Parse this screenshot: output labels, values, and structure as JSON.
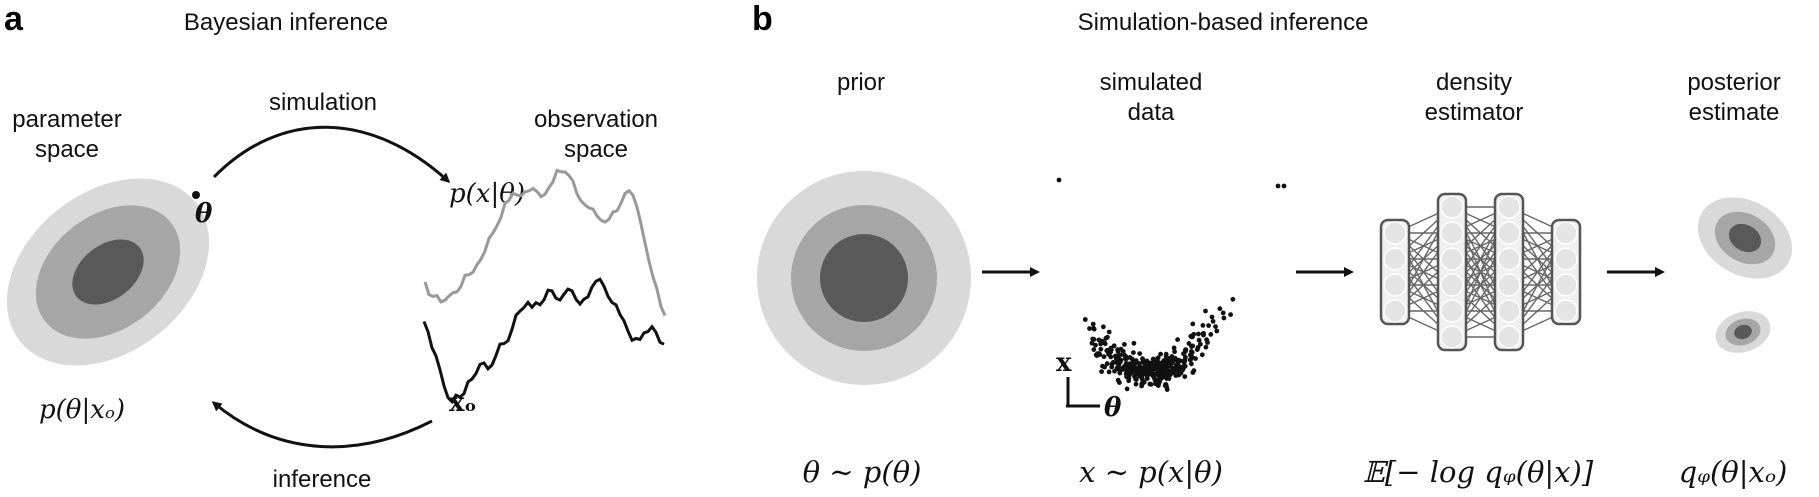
{
  "panel_a": {
    "letter": "a",
    "title": "Bayesian inference",
    "parameter_space_line1": "parameter",
    "parameter_space_line2": "space",
    "observation_space_line1": "observation",
    "observation_space_line2": "space",
    "simulation_label": "simulation",
    "inference_label": "inference",
    "theta_symbol": "θ",
    "likelihood": "p(x|θ)",
    "observed": "xₒ",
    "posterior": "p(θ|xₒ)"
  },
  "panel_b": {
    "letter": "b",
    "title": "Simulation-based inference",
    "stages": [
      {
        "line1": "prior",
        "line2": "",
        "formula": "θ ∼ p(θ)"
      },
      {
        "line1": "simulated",
        "line2": "data",
        "formula": "x ∼ p(x|θ)"
      },
      {
        "line1": "density",
        "line2": "estimator",
        "formula": "𝔼[− log qᵩ(θ|x)]"
      },
      {
        "line1": "posterior",
        "line2": "estimate",
        "formula": "qᵩ(θ|xₒ)"
      }
    ],
    "scatter_axis_x": "x",
    "scatter_axis_theta": "θ"
  },
  "colors": {
    "light_gray": "#d9d9d9",
    "mid_gray": "#a6a6a6",
    "dark_gray": "#595959",
    "network_fill": "#efefef",
    "network_stroke": "#555555",
    "ink": "#111111"
  }
}
